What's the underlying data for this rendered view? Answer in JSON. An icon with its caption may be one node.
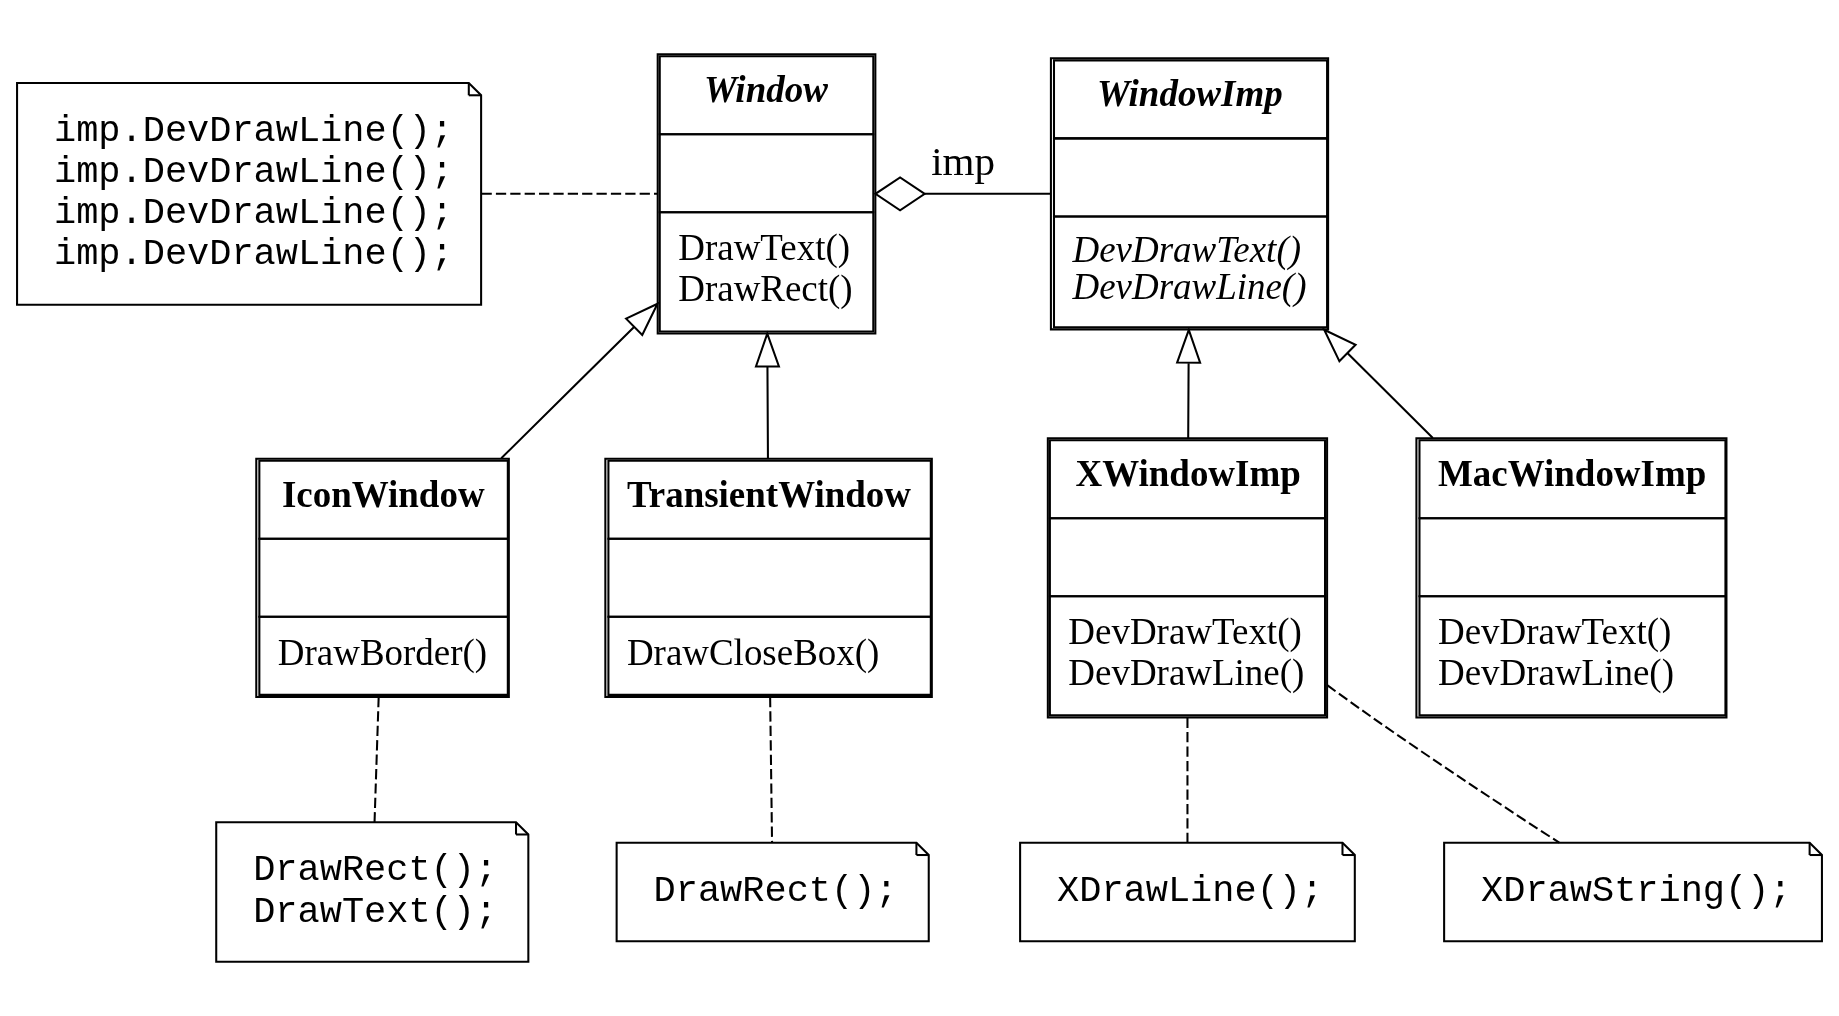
{
  "diagram": {
    "nodes": [
      {
        "text": [
          "Window",
          "DrawText()",
          "DrawRect()"
        ]
      },
      {
        "text": [
          "WindowImp",
          "DevDrawText()",
          "DevDrawLine()"
        ]
      },
      {
        "text": [
          "imp.DevDrawLine();",
          "imp.DevDrawLine();",
          "imp.DevDrawLine();",
          "imp.DevDrawLine();"
        ]
      },
      {
        "text": [
          "IconWindow",
          "DrawBorder()"
        ]
      },
      {
        "text": [
          "TransientWindow",
          "DrawCloseBox()"
        ]
      },
      {
        "text": [
          "XWindowImp",
          "DevDrawText()",
          "DevDrawLine()"
        ]
      },
      {
        "text": [
          "MacWindowImp",
          "DevDrawText()",
          "DevDrawLine()"
        ]
      },
      {
        "text": [
          "DrawRect();",
          "DrawText();"
        ]
      },
      {
        "text": [
          "DrawRect();"
        ]
      },
      {
        "text": [
          "XDrawLine();"
        ]
      },
      {
        "text": [
          "XDrawString();"
        ]
      }
    ],
    "edges": [
      {
        "from": 0,
        "to": 1,
        "arrow": "other",
        "label": "imp"
      },
      {
        "from": 2,
        "to": 0,
        "arrow": "none",
        "style": "dashed"
      },
      {
        "from": 3,
        "to": 0,
        "arrow": "to"
      },
      {
        "from": 4,
        "to": 0,
        "arrow": "to"
      },
      {
        "from": 5,
        "to": 1,
        "arrow": "to"
      },
      {
        "from": 6,
        "to": 1,
        "arrow": "to"
      },
      {
        "from": 3,
        "to": 7,
        "arrow": "none",
        "style": "dashed"
      },
      {
        "from": 4,
        "to": 8,
        "arrow": "none",
        "style": "dashed"
      },
      {
        "from": 5,
        "to": 9,
        "arrow": "none",
        "style": "dashed"
      },
      {
        "from": 5,
        "to": 10,
        "arrow": "none",
        "style": "dashed"
      }
    ]
  }
}
